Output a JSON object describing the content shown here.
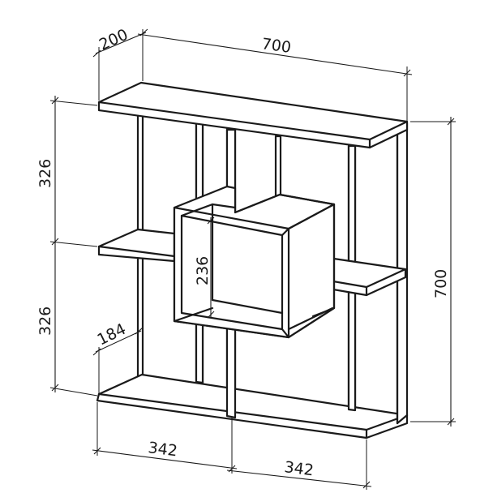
{
  "dimensions": {
    "depth": "200",
    "width_top": "700",
    "height_total": "700",
    "height_upper": "326",
    "height_lower": "326",
    "cube_height": "236",
    "shelf_depth_lower": "184",
    "width_left": "342",
    "width_right": "342"
  },
  "colors": {
    "line": "#1a1a1a",
    "background": "#ffffff"
  }
}
